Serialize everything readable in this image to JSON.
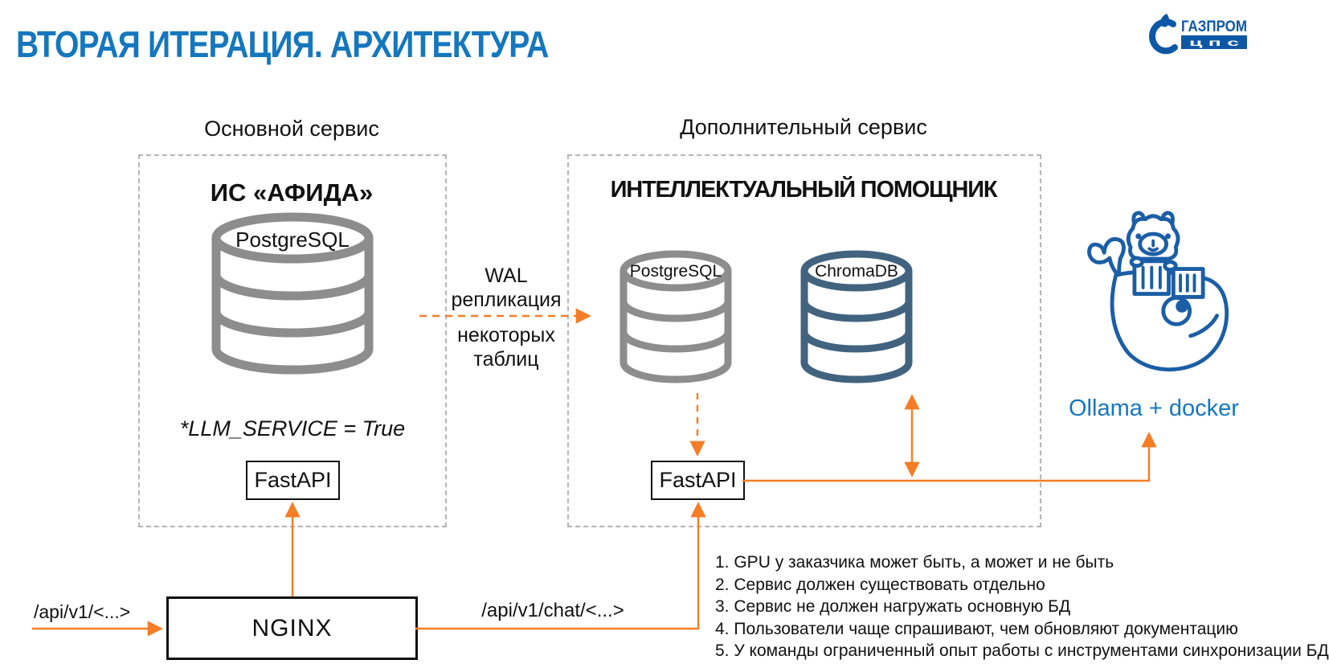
{
  "title": "ВТОРАЯ ИТЕРАЦИЯ. АРХИТЕКТУРА",
  "logo": {
    "brand": "ГАЗПРОМ",
    "unit": "ц п с"
  },
  "services": {
    "main": {
      "label": "Основной сервис",
      "heading": "ИС «АФИДА»",
      "database": "PostgreSQL",
      "env_note": "*LLM_SERVICE = True",
      "api": "FastAPI"
    },
    "assistant": {
      "label": "Дополнительный сервис",
      "heading": "ИНТЕЛЛЕКТУАЛЬНЫЙ ПОМОЩНИК",
      "database_1": "PostgreSQL",
      "database_2": "ChromaDB",
      "api": "FastAPI"
    }
  },
  "replication": {
    "above_arrow": "WAL\nрепликация",
    "below_arrow": "некоторых\nтаблиц"
  },
  "ollama_label": "Ollama + docker",
  "gateway": {
    "name": "NGINX",
    "route_in": "/api/v1/<...>",
    "route_chat": "/api/v1/chat/<...>"
  },
  "notes": [
    "1. GPU у заказчика может быть, а может и не быть",
    "2. Сервис должен существовать отдельно",
    "3. Сервис не должен нагружать основную БД",
    "4. Пользователи чаще спрашивают, чем обновляют документацию",
    "5. У команды ограниченный опыт работы с инструментами синхронизации БД"
  ],
  "colors": {
    "accent_blue": "#1577bd",
    "logo_blue": "#0d58a5",
    "orange": "#f57d26",
    "db_gray": "#8d8d8d",
    "chroma_blue": "#42637f",
    "docker_blue": "#1b5ea6"
  }
}
